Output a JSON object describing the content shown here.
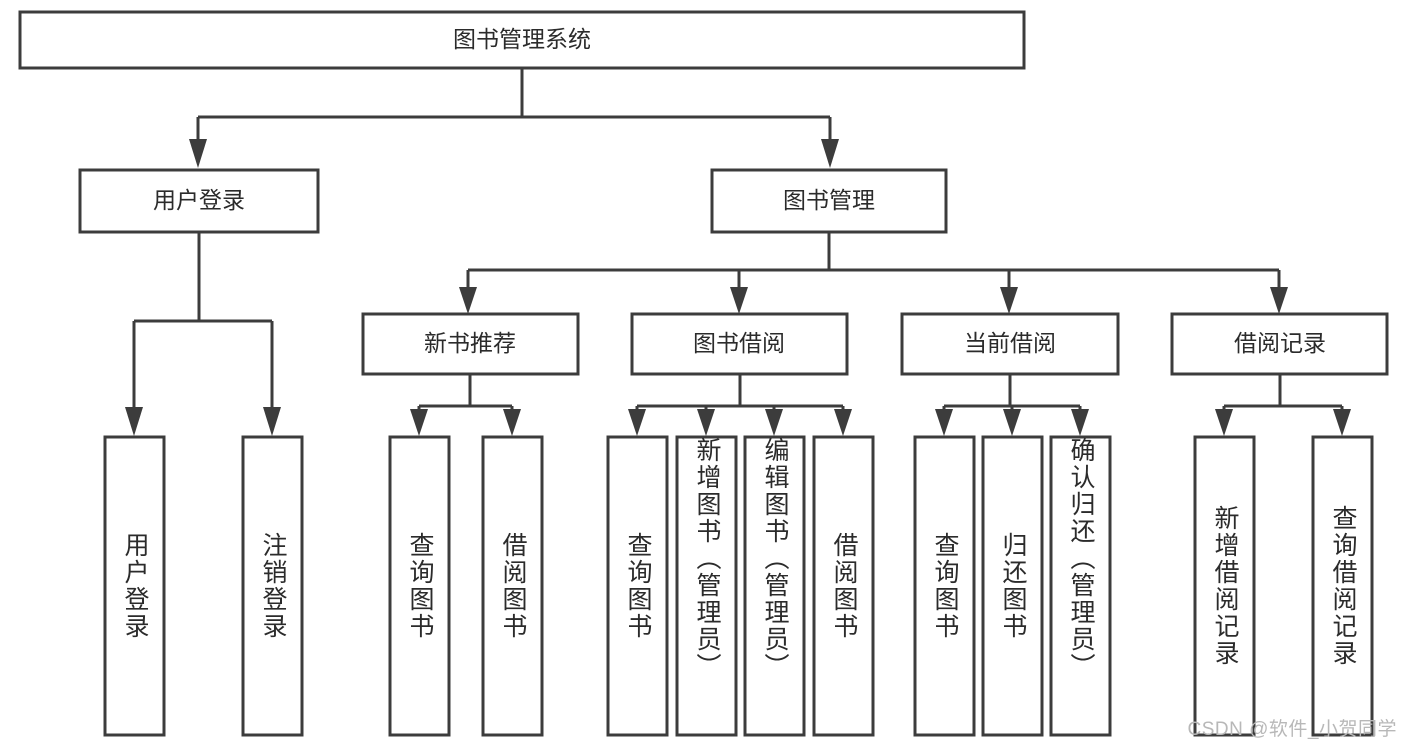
{
  "diagram": {
    "type": "tree-hierarchy",
    "title": "图书管理系统",
    "watermark": "CSDN @软件_小贺同学",
    "colors": {
      "stroke": "#3c3c3c",
      "box_fill": "#ffffff",
      "text": "#2b2b2b",
      "background": "#ffffff",
      "watermark": "#b8b8b8"
    },
    "root": {
      "label": "图书管理系统"
    },
    "level2": [
      {
        "id": "user-login",
        "label": "用户登录"
      },
      {
        "id": "book-management",
        "label": "图书管理"
      }
    ],
    "level3": [
      {
        "id": "new-book-recommend",
        "label": "新书推荐",
        "parent": "book-management"
      },
      {
        "id": "book-borrow",
        "label": "图书借阅",
        "parent": "book-management"
      },
      {
        "id": "current-borrow",
        "label": "当前借阅",
        "parent": "book-management"
      },
      {
        "id": "borrow-record",
        "label": "借阅记录",
        "parent": "book-management"
      }
    ],
    "leaves": [
      {
        "id": "leaf-user-login",
        "label": "用户登录",
        "parent": "user-login"
      },
      {
        "id": "leaf-logout-login",
        "label": "注销登录",
        "parent": "user-login"
      },
      {
        "id": "leaf-query-book-1",
        "label": "查询图书",
        "parent": "new-book-recommend"
      },
      {
        "id": "leaf-borrow-book-1",
        "label": "借阅图书",
        "parent": "new-book-recommend"
      },
      {
        "id": "leaf-query-book-2",
        "label": "查询图书",
        "parent": "book-borrow"
      },
      {
        "id": "leaf-add-book",
        "label": "新增图书（管理员）",
        "parent": "book-borrow"
      },
      {
        "id": "leaf-edit-book",
        "label": "编辑图书（管理员）",
        "parent": "book-borrow"
      },
      {
        "id": "leaf-borrow-book-2",
        "label": "借阅图书",
        "parent": "book-borrow"
      },
      {
        "id": "leaf-query-book-3",
        "label": "查询图书",
        "parent": "current-borrow"
      },
      {
        "id": "leaf-return-book",
        "label": "归还图书",
        "parent": "current-borrow"
      },
      {
        "id": "leaf-confirm-return",
        "label": "确认归还（管理员）",
        "parent": "current-borrow"
      },
      {
        "id": "leaf-add-record",
        "label": "新增借阅记录",
        "parent": "borrow-record"
      },
      {
        "id": "leaf-query-record",
        "label": "查询借阅记录",
        "parent": "borrow-record"
      }
    ]
  }
}
